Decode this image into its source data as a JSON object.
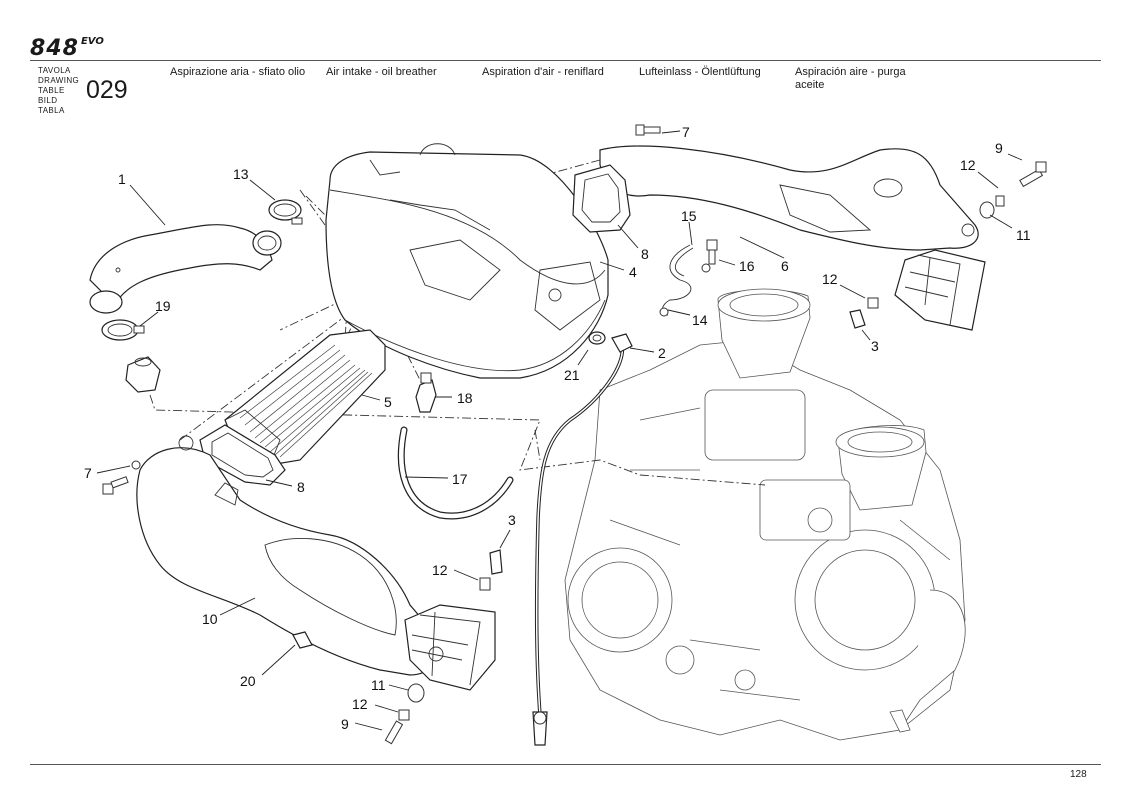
{
  "header": {
    "logo_number": "848",
    "logo_suffix": "EVO",
    "table_labels": [
      "TAVOLA",
      "DRAWING",
      "TABLE",
      "BILD",
      "TABLA"
    ],
    "drawing_number": "029",
    "titles": {
      "it": "Aspirazione aria - sfiato olio",
      "en": "Air intake - oil breather",
      "fr": "Aspiration d'air - reniflard",
      "de": "Lufteinlass - Ölentlüftung",
      "es": "Aspiración aire - purga aceite"
    }
  },
  "footer": {
    "page_number": "128"
  },
  "diagram": {
    "callouts": [
      {
        "id": "c1",
        "label": "1"
      },
      {
        "id": "c13",
        "label": "13"
      },
      {
        "id": "c19",
        "label": "19"
      },
      {
        "id": "c7a",
        "label": "7"
      },
      {
        "id": "c9a",
        "label": "9"
      },
      {
        "id": "c12a",
        "label": "12"
      },
      {
        "id": "c11a",
        "label": "11"
      },
      {
        "id": "c8a",
        "label": "8"
      },
      {
        "id": "c4",
        "label": "4"
      },
      {
        "id": "c15",
        "label": "15"
      },
      {
        "id": "c16",
        "label": "16"
      },
      {
        "id": "c6",
        "label": "6"
      },
      {
        "id": "c14",
        "label": "14"
      },
      {
        "id": "c12b",
        "label": "12"
      },
      {
        "id": "c3a",
        "label": "3"
      },
      {
        "id": "c2",
        "label": "2"
      },
      {
        "id": "c21",
        "label": "21"
      },
      {
        "id": "c5",
        "label": "5"
      },
      {
        "id": "c18",
        "label": "18"
      },
      {
        "id": "c7b",
        "label": "7"
      },
      {
        "id": "c8b",
        "label": "8"
      },
      {
        "id": "c17",
        "label": "17"
      },
      {
        "id": "c3b",
        "label": "3"
      },
      {
        "id": "c12c",
        "label": "12"
      },
      {
        "id": "c10",
        "label": "10"
      },
      {
        "id": "c20",
        "label": "20"
      },
      {
        "id": "c11b",
        "label": "11"
      },
      {
        "id": "c12d",
        "label": "12"
      },
      {
        "id": "c9b",
        "label": "9"
      }
    ]
  }
}
